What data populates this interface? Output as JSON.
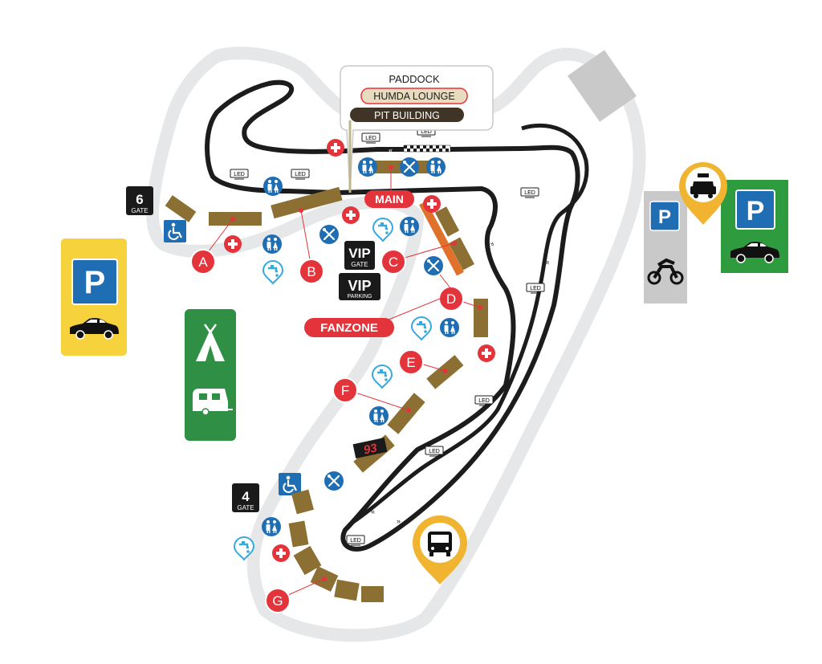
{
  "paddock": {
    "title": "PADDOCK",
    "lounge": "HUMDA LOUNGE",
    "pit": "PIT BUILDING"
  },
  "labels": {
    "main": "MAIN",
    "fanzone": "FANZONE",
    "led": "LED",
    "number": "93"
  },
  "vip": {
    "vip": "VIP",
    "gate": "GATE",
    "parking": "PARKING"
  },
  "gates": [
    {
      "number": "6",
      "label": "GATE"
    },
    {
      "number": "4",
      "label": "GATE"
    }
  ],
  "grandstands": [
    "A",
    "B",
    "C",
    "D",
    "E",
    "F",
    "G"
  ],
  "parking": {
    "symbol": "P"
  },
  "colors": {
    "track": "#1c1c1c",
    "runoff": "#e6e7e8",
    "stand": "#8b6f33",
    "stand_orange": "#e0712b",
    "red": "#e3343b",
    "blue": "#1f6db3",
    "cyan": "#36a9e1",
    "yellow": "#f6d23c",
    "green": "#2e9b3e",
    "green_dark": "#2f8f45",
    "grey": "#c9c9c9",
    "marker": "#f0b431",
    "dark_box": "#1a1a1a",
    "paddock_olive": "#bdb58c"
  },
  "icons": [
    "parking-icon",
    "car-icon",
    "tent-icon",
    "caravan-icon",
    "motorbike-icon",
    "taxi-icon",
    "bus-icon",
    "toilet-icon",
    "restaurant-icon",
    "water-icon",
    "first-aid-icon",
    "wheelchair-icon",
    "led-screen-icon",
    "finish-flag-icon",
    "direction-chevron-icon"
  ]
}
